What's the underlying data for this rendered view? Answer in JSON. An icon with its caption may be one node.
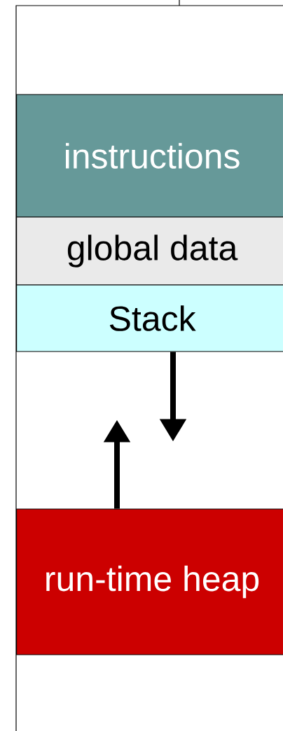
{
  "diagram": {
    "nodes": [
      {
        "text": [
          "instructions"
        ]
      },
      {
        "text": [
          "global data"
        ]
      },
      {
        "text": [
          "Stack"
        ]
      },
      {
        "text": [
          "run-time heap"
        ]
      }
    ],
    "edges": [
      {
        "from": 2,
        "to": null,
        "arrow": "to"
      },
      {
        "from": 3,
        "to": null,
        "arrow": "to"
      }
    ]
  }
}
